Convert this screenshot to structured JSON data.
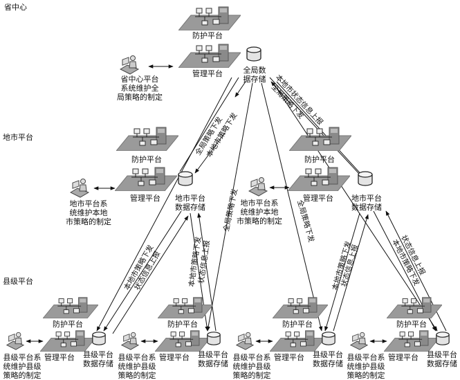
{
  "levels": {
    "province": "省中心",
    "city": "地市平台",
    "county": "县级平台"
  },
  "province": {
    "protect": "防护平台",
    "manage": "管理平台",
    "db": [
      "全局数",
      "据存储"
    ],
    "operator": [
      "省中心平台",
      "系统维护全",
      "局策略的制定"
    ]
  },
  "city": {
    "protect": "防护平台",
    "manage": "管理平台",
    "db": [
      "地市平台",
      "数据存储"
    ],
    "operator": [
      "地市平台系",
      "统维护本地",
      "市策略的制定"
    ]
  },
  "county": {
    "protect": "防护平台",
    "manage": "管理平台",
    "db": [
      "县级平台",
      "数据存储"
    ],
    "operator": [
      "县级平台系",
      "统维护县级",
      "策略的制定"
    ]
  },
  "flows": {
    "global_down": "全局策略下发",
    "local_city_down": "本地市策略下发",
    "local_city_status_up": "本地市状态信息上报",
    "status_up": "状态信息上报"
  }
}
